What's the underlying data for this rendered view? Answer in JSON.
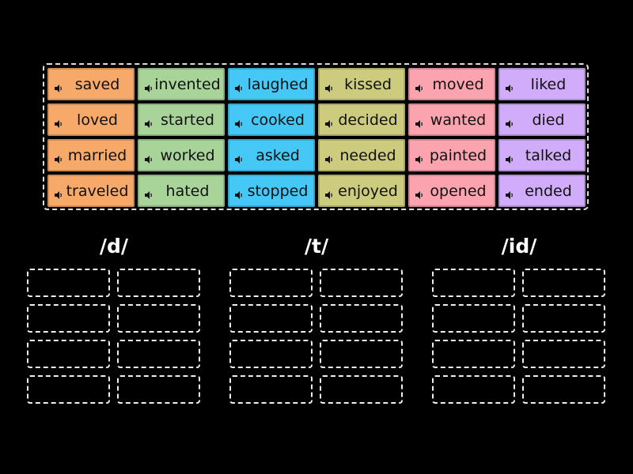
{
  "tile_columns": [
    {
      "color": "#f7a96a",
      "words": [
        "saved",
        "loved",
        "married",
        "traveled"
      ]
    },
    {
      "color": "#a8d49a",
      "words": [
        "invented",
        "started",
        "worked",
        "hated"
      ]
    },
    {
      "color": "#45c8f5",
      "words": [
        "laughed",
        "cooked",
        "asked",
        "stopped"
      ]
    },
    {
      "color": "#cccb7e",
      "words": [
        "kissed",
        "decided",
        "needed",
        "enjoyed"
      ]
    },
    {
      "color": "#fca3b0",
      "words": [
        "moved",
        "wanted",
        "painted",
        "opened"
      ]
    },
    {
      "color": "#d1acfa",
      "words": [
        "liked",
        "died",
        "talked",
        "ended"
      ]
    }
  ],
  "groups": [
    {
      "heading": "/d/",
      "slot_count": 8
    },
    {
      "heading": "/t/",
      "slot_count": 8
    },
    {
      "heading": "/id/",
      "slot_count": 8
    }
  ],
  "icons": {
    "tile_audio": "speaker-icon"
  }
}
